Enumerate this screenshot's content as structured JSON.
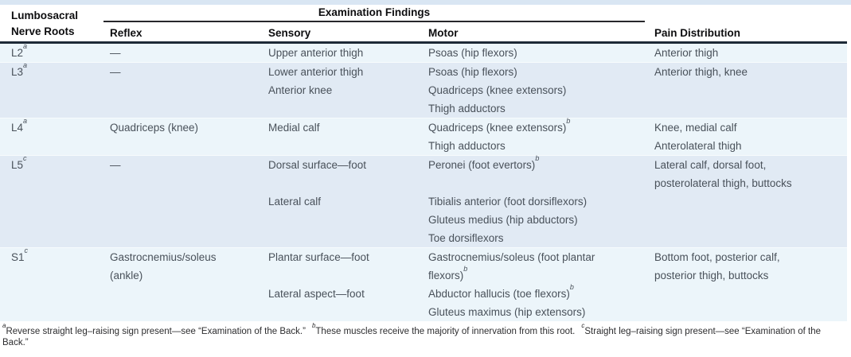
{
  "colors": {
    "band_light": "#ecf5fa",
    "band_dark": "#e1eaf4",
    "top_strip": "#d9e6f3",
    "rule_dark": "#1d2a37",
    "body_text": "#49515a",
    "header_text": "#0d0d0f"
  },
  "table": {
    "col1_header": [
      "Lumbosacral",
      "Nerve Roots"
    ],
    "group_header": "Examination Findings",
    "columns": [
      "Reflex",
      "Sensory",
      "Motor",
      "Pain Distribution"
    ],
    "rows": [
      {
        "root": "L2",
        "root_sup": "a",
        "subrows": [
          {
            "reflex": [
              {
                "t": "—"
              }
            ],
            "sensory": [
              {
                "t": "Upper anterior thigh"
              }
            ],
            "motor": [
              {
                "t": "Psoas (hip flexors)"
              }
            ],
            "pain": [
              {
                "t": "Anterior thigh"
              }
            ]
          }
        ]
      },
      {
        "root": "L3",
        "root_sup": "a",
        "subrows": [
          {
            "reflex": [
              {
                "t": "—"
              }
            ],
            "sensory": [
              {
                "t": "Lower anterior thigh"
              }
            ],
            "motor": [
              {
                "t": "Psoas (hip flexors)"
              }
            ],
            "pain": [
              {
                "t": "Anterior thigh, knee"
              }
            ]
          },
          {
            "sensory": [
              {
                "t": "Anterior knee"
              }
            ],
            "motor": [
              {
                "t": "Quadriceps (knee extensors)"
              }
            ]
          },
          {
            "motor": [
              {
                "t": "Thigh adductors"
              }
            ]
          }
        ]
      },
      {
        "root": "L4",
        "root_sup": "a",
        "subrows": [
          {
            "reflex": [
              {
                "t": "Quadriceps (knee)"
              }
            ],
            "sensory": [
              {
                "t": "Medial calf"
              }
            ],
            "motor": [
              {
                "t": "Quadriceps (knee extensors)",
                "s": "b"
              }
            ],
            "pain": [
              {
                "t": "Knee, medial calf"
              }
            ]
          },
          {
            "motor": [
              {
                "t": "Thigh adductors"
              }
            ],
            "pain": [
              {
                "t": "Anterolateral thigh"
              }
            ]
          }
        ]
      },
      {
        "root": "L5",
        "root_sup": "c",
        "subrows": [
          {
            "reflex": [
              {
                "t": "—"
              }
            ],
            "sensory": [
              {
                "t": "Dorsal surface—foot"
              }
            ],
            "motor": [
              {
                "t": "Peronei (foot evertors)",
                "s": "b"
              }
            ],
            "pain": [
              {
                "t": "Lateral calf, dorsal foot,"
              },
              {
                "t": "posterolateral thigh, buttocks"
              }
            ]
          },
          {
            "sensory": [
              {
                "t": "Lateral calf"
              }
            ],
            "motor": [
              {
                "t": "Tibialis anterior (foot dorsiflexors)"
              }
            ]
          },
          {
            "motor": [
              {
                "t": "Gluteus medius (hip abductors)"
              }
            ]
          },
          {
            "motor": [
              {
                "t": "Toe dorsiflexors"
              }
            ]
          }
        ]
      },
      {
        "root": "S1",
        "root_sup": "c",
        "subrows": [
          {
            "reflex": [
              {
                "t": "Gastrocnemius/soleus"
              },
              {
                "t": "(ankle)"
              }
            ],
            "sensory": [
              {
                "t": "Plantar surface—foot"
              }
            ],
            "motor": [
              {
                "t": "Gastrocnemius/soleus (foot plantar"
              },
              {
                "t": "flexors)",
                "s": "b"
              }
            ],
            "pain": [
              {
                "t": "Bottom foot, posterior calf,"
              },
              {
                "t": "posterior thigh, buttocks"
              }
            ]
          },
          {
            "sensory": [
              {
                "t": "Lateral aspect—foot"
              }
            ],
            "motor": [
              {
                "t": "Abductor hallucis (toe flexors)",
                "s": "b"
              }
            ]
          },
          {
            "motor": [
              {
                "t": "Gluteus maximus (hip extensors)"
              }
            ]
          }
        ]
      }
    ],
    "footnotes": [
      {
        "s": "a",
        "t": "Reverse straight leg–raising sign present—see “Examination of the Back.”"
      },
      {
        "s": "b",
        "t": "These muscles receive the majority of innervation from this root."
      },
      {
        "s": "c",
        "t": "Straight leg–raising sign present—see “Examination of the Back.”"
      }
    ]
  }
}
